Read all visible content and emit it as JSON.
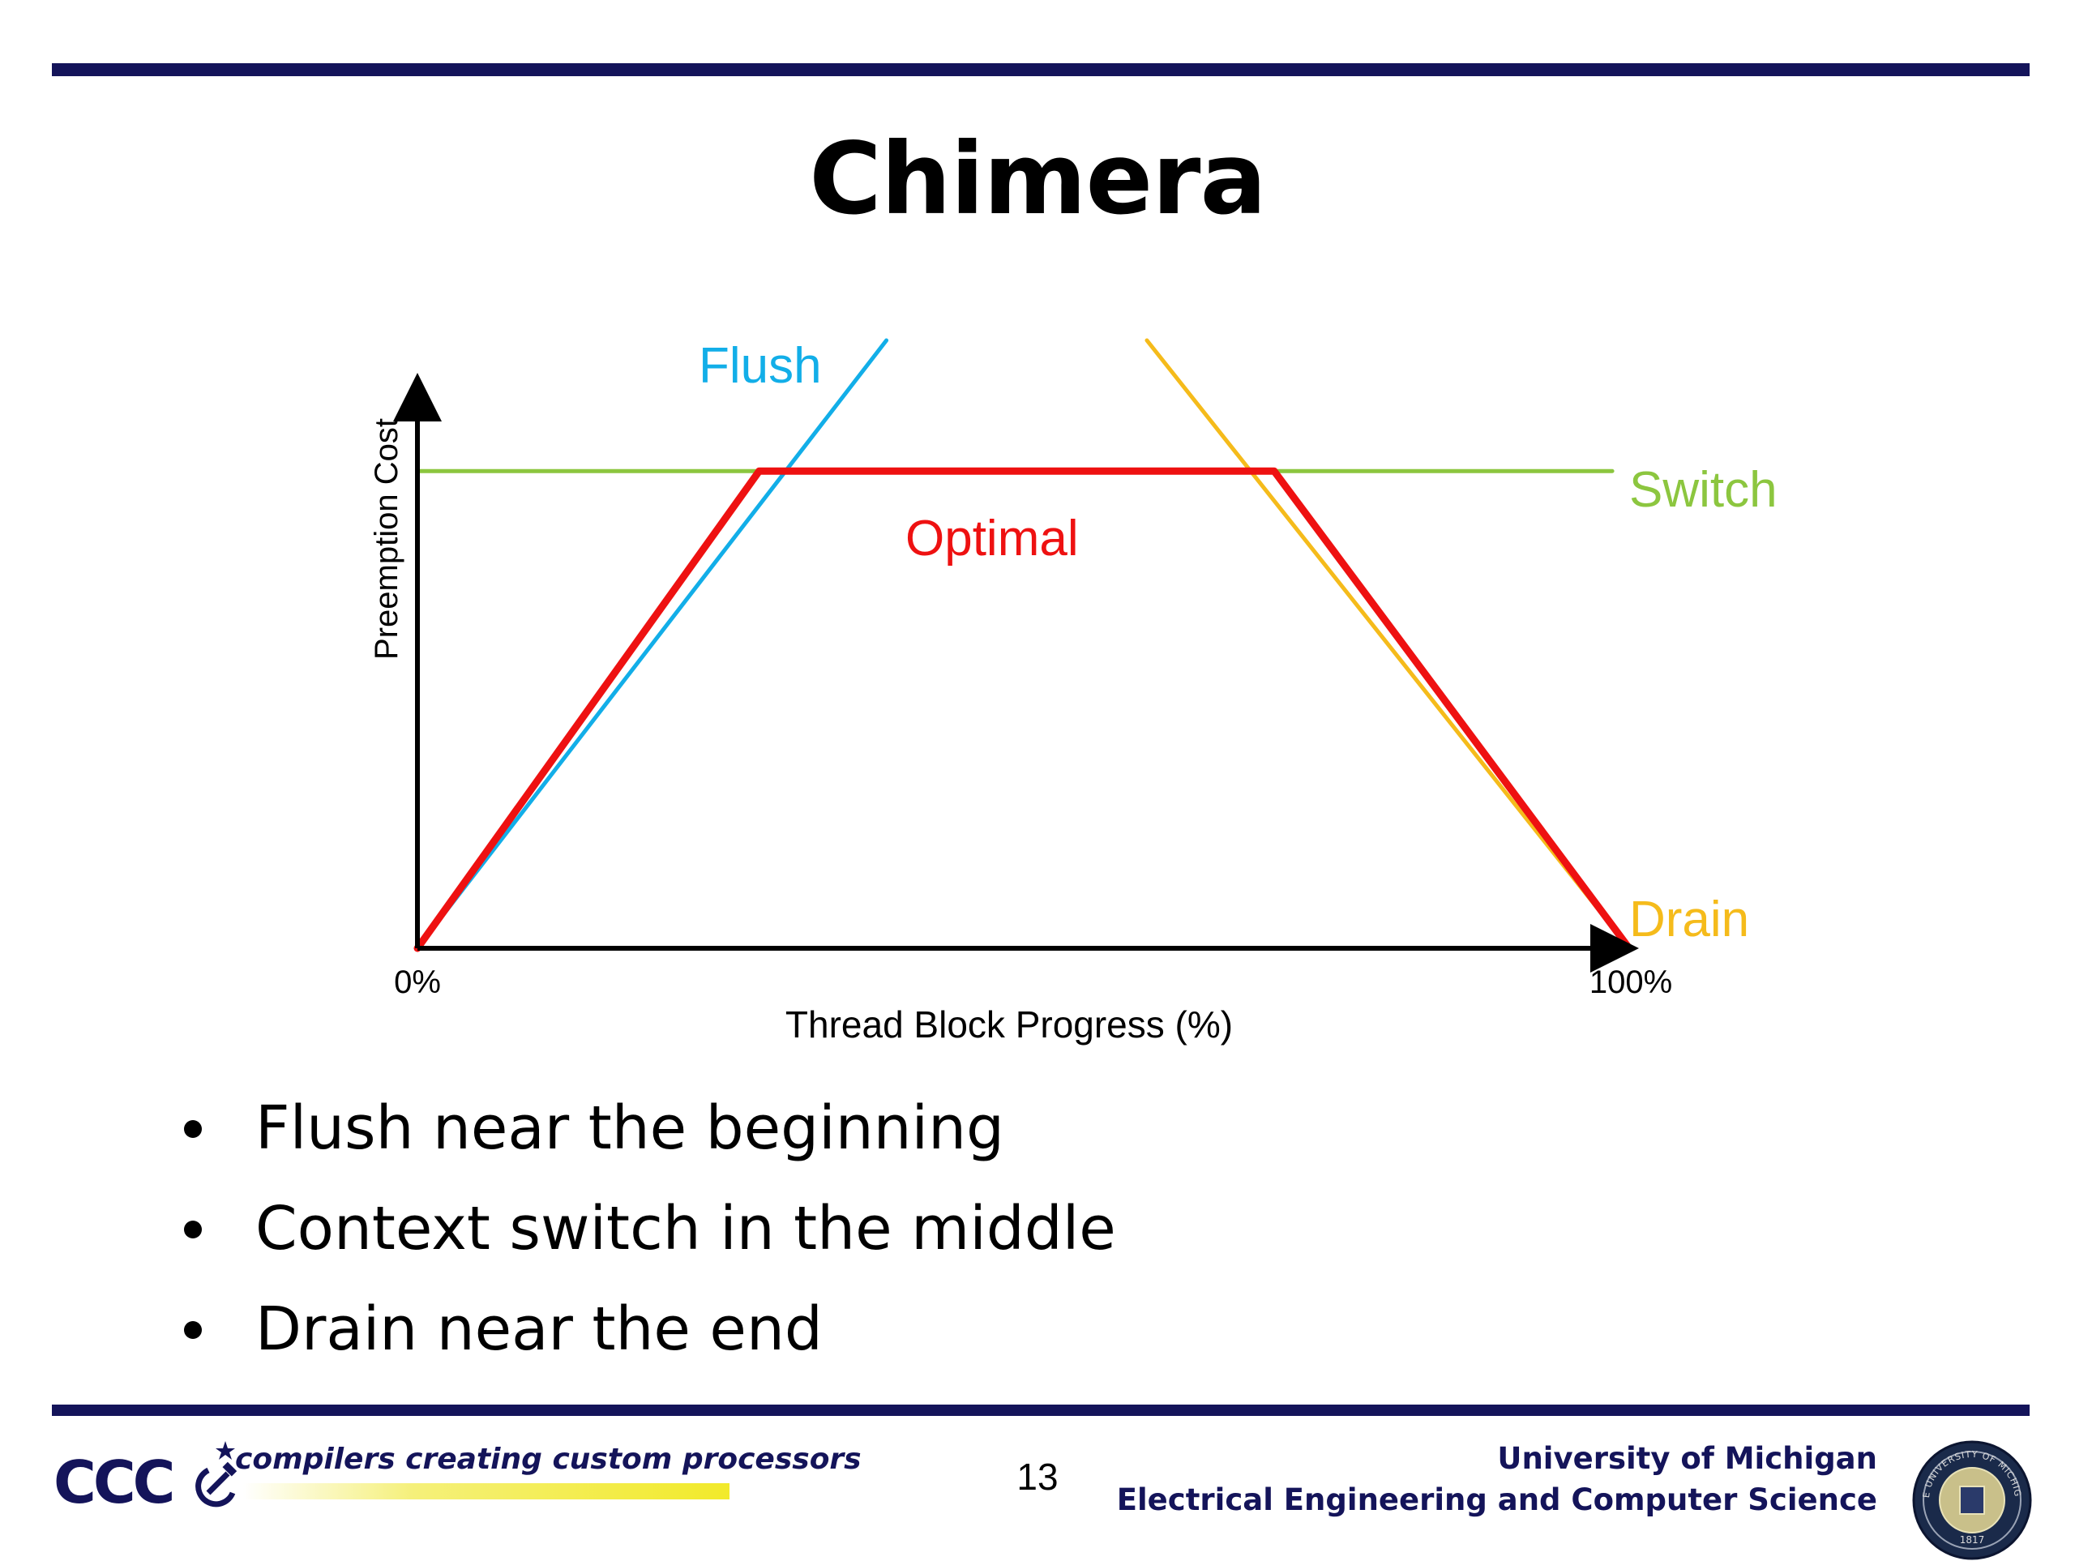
{
  "slide": {
    "title": "Chimera",
    "page_number": "13"
  },
  "bullets": [
    "Flush near the beginning",
    "Context switch in the middle",
    "Drain near the end"
  ],
  "footer": {
    "logo_text": "CCC",
    "tagline": "compilers creating custom processors",
    "affiliation_line1": "University of Michigan",
    "affiliation_line2": "Electrical Engineering and Computer Science",
    "seal_text": "THE UNIVERSITY OF MICHIGAN",
    "seal_year": "1817"
  },
  "colors": {
    "rule": "#14145a",
    "flush": "#12aee8",
    "switch": "#8cc63f",
    "drain": "#f5bb1b",
    "optimal": "#ee1111",
    "axis": "#000000"
  },
  "chart_data": {
    "type": "line",
    "xlabel": "Thread Block Progress (%)",
    "ylabel": "Preemption Cost",
    "x_tick_labels": [
      "0%",
      "100%"
    ],
    "xlim": [
      0,
      100
    ],
    "ylim": [
      0,
      100
    ],
    "grid": false,
    "axes_arrows": true,
    "series": [
      {
        "name": "Flush",
        "color": "#12aee8",
        "points": [
          [
            0,
            0
          ],
          [
            38.7,
            100
          ]
        ],
        "label_position": "top-left"
      },
      {
        "name": "Switch",
        "color": "#8cc63f",
        "points": [
          [
            0,
            78.5
          ],
          [
            98.6,
            78.5
          ]
        ],
        "label_position": "right"
      },
      {
        "name": "Drain",
        "color": "#f5bb1b",
        "points": [
          [
            60.2,
            100
          ],
          [
            100,
            0
          ]
        ],
        "label_position": "bottom-right"
      },
      {
        "name": "Optimal",
        "color": "#ee1111",
        "points": [
          [
            0,
            0
          ],
          [
            28.2,
            78.5
          ],
          [
            70.7,
            78.5
          ],
          [
            100,
            0
          ]
        ],
        "label_position": "middle"
      }
    ]
  }
}
